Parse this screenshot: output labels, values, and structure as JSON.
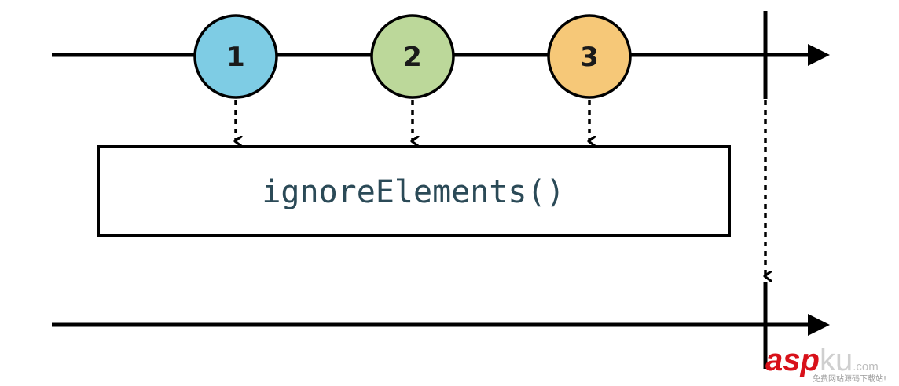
{
  "operator": {
    "label": "ignoreElements()"
  },
  "marbles": [
    {
      "label": "1",
      "color": "#7ecce4"
    },
    {
      "label": "2",
      "color": "#bcd89a"
    },
    {
      "label": "3",
      "color": "#f6c878"
    }
  ],
  "watermark": {
    "brand_red": "asp",
    "brand_gray": "ku",
    "domain": ".com",
    "tagline": "免费网站源码下载站!"
  },
  "colors": {
    "line": "#000000",
    "box_border": "#000000",
    "marble_border": "#000000",
    "brand_red": "#d8111a"
  }
}
